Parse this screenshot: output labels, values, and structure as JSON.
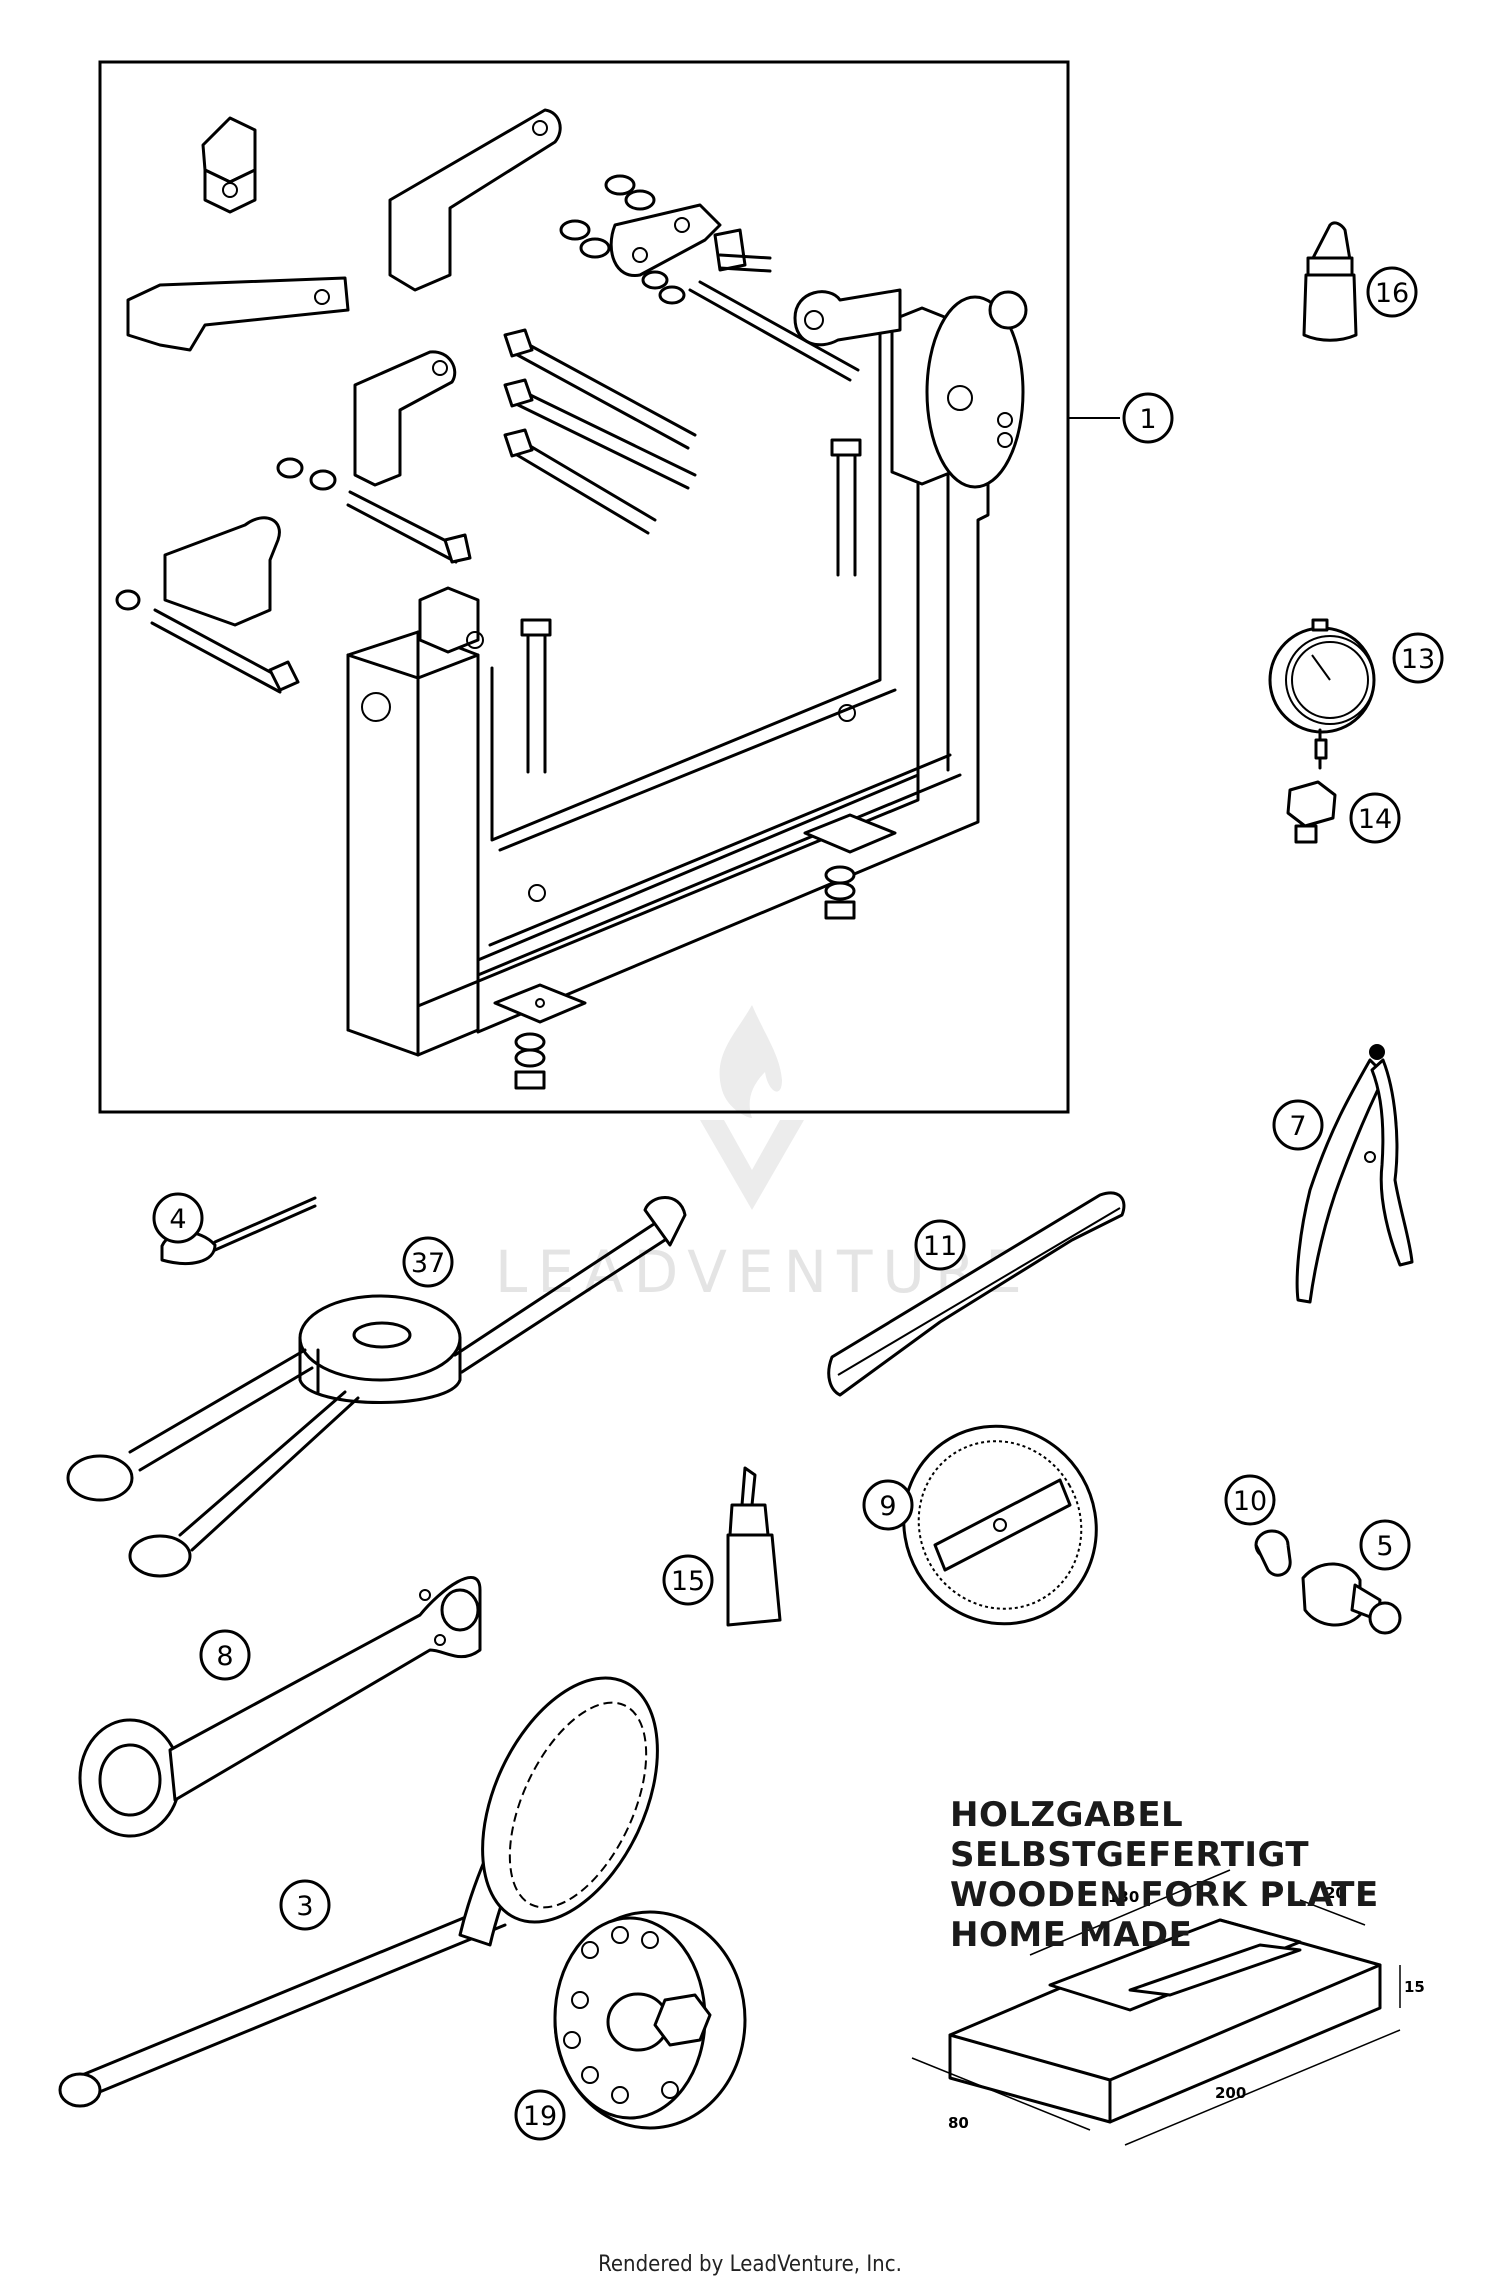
{
  "callouts": [
    {
      "id": "1",
      "label": "1"
    },
    {
      "id": "16",
      "label": "16"
    },
    {
      "id": "13",
      "label": "13"
    },
    {
      "id": "14",
      "label": "14"
    },
    {
      "id": "7",
      "label": "7"
    },
    {
      "id": "4",
      "label": "4"
    },
    {
      "id": "37",
      "label": "37"
    },
    {
      "id": "11",
      "label": "11"
    },
    {
      "id": "9",
      "label": "9"
    },
    {
      "id": "10",
      "label": "10"
    },
    {
      "id": "5",
      "label": "5"
    },
    {
      "id": "15",
      "label": "15"
    },
    {
      "id": "8",
      "label": "8"
    },
    {
      "id": "3",
      "label": "3"
    },
    {
      "id": "19",
      "label": "19"
    }
  ],
  "note": {
    "lines": [
      "HOLZGABEL",
      "SELBSTGEFERTIGT",
      "WOODEN FORK PLATE",
      "HOME MADE"
    ]
  },
  "dimensions": {
    "length_130": "130",
    "width_20": "20",
    "height_15": "15",
    "length_200": "200",
    "width_80": "80"
  },
  "watermark": {
    "text": "LEADVENTURE"
  },
  "footer": {
    "text": "Rendered by LeadVenture, Inc."
  }
}
